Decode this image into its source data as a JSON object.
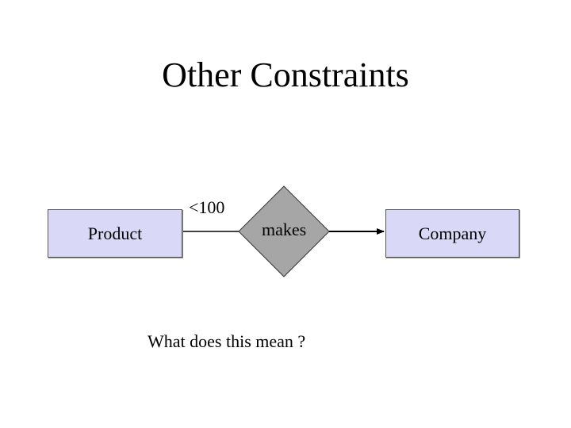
{
  "title": "Other Constraints",
  "entities": {
    "left": "Product",
    "right": "Company"
  },
  "relationship": {
    "label": "makes",
    "constraint": "<100"
  },
  "question": "What does this mean ?",
  "colors": {
    "entity_fill": "#d9d9f7",
    "relationship_fill": "#a6a6a6",
    "line": "#000000"
  }
}
